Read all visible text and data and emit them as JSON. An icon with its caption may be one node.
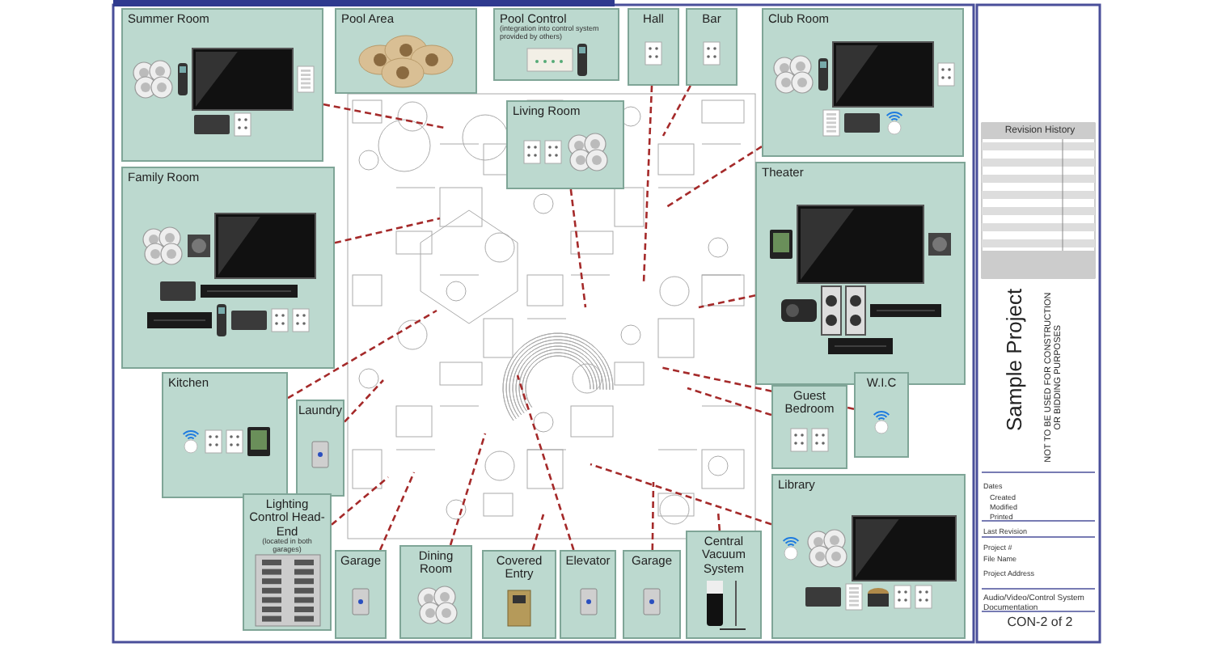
{
  "diagram": {
    "nodes": [
      {
        "text": [
          "Summer Room"
        ]
      },
      {
        "text": [
          "Pool Area"
        ]
      },
      {
        "text": [
          "Pool Control",
          "(integration into control system provided by others)"
        ]
      },
      {
        "text": [
          "Hall"
        ]
      },
      {
        "text": [
          "Bar"
        ]
      },
      {
        "text": [
          "Club Room"
        ]
      },
      {
        "text": [
          "Living Room"
        ]
      },
      {
        "text": [
          "Family Room"
        ]
      },
      {
        "text": [
          "Theater"
        ]
      },
      {
        "text": [
          "Kitchen"
        ]
      },
      {
        "text": [
          "Laundry"
        ]
      },
      {
        "text": [
          "W.I.C"
        ]
      },
      {
        "text": [
          "Guest Bedroom"
        ]
      },
      {
        "text": [
          "Lighting Control Head-End",
          "(located in both garages)"
        ]
      },
      {
        "text": [
          "Garage"
        ]
      },
      {
        "text": [
          "Dining Room"
        ]
      },
      {
        "text": [
          "Covered Entry"
        ]
      },
      {
        "text": [
          "Elevator"
        ]
      },
      {
        "text": [
          "Garage"
        ]
      },
      {
        "text": [
          "Central Vacuum System"
        ]
      },
      {
        "text": [
          "Library"
        ]
      }
    ],
    "edges": [
      {
        "from": 0,
        "to": null,
        "arrow": "none",
        "style": "dashed"
      },
      {
        "from": 7,
        "to": null,
        "arrow": "none",
        "style": "dashed"
      },
      {
        "from": 6,
        "to": null,
        "arrow": "none",
        "style": "dashed"
      },
      {
        "from": 3,
        "to": null,
        "arrow": "none",
        "style": "dashed"
      },
      {
        "from": 4,
        "to": null,
        "arrow": "none",
        "style": "dashed"
      },
      {
        "from": 5,
        "to": null,
        "arrow": "none",
        "style": "dashed"
      },
      {
        "from": 8,
        "to": null,
        "arrow": "none",
        "style": "dashed"
      },
      {
        "from": 9,
        "to": null,
        "arrow": "none",
        "style": "dashed"
      },
      {
        "from": 10,
        "to": null,
        "arrow": "none",
        "style": "dashed"
      },
      {
        "from": 11,
        "to": null,
        "arrow": "none",
        "style": "dashed"
      },
      {
        "from": 12,
        "to": null,
        "arrow": "none",
        "style": "dashed"
      },
      {
        "from": 13,
        "to": null,
        "arrow": "none",
        "style": "dashed"
      },
      {
        "from": 14,
        "to": null,
        "arrow": "none",
        "style": "dashed"
      },
      {
        "from": 15,
        "to": null,
        "arrow": "none",
        "style": "dashed"
      },
      {
        "from": 16,
        "to": null,
        "arrow": "none",
        "style": "dashed"
      },
      {
        "from": 17,
        "to": null,
        "arrow": "none",
        "style": "dashed"
      },
      {
        "from": 18,
        "to": null,
        "arrow": "none",
        "style": "dashed"
      },
      {
        "from": 19,
        "to": null,
        "arrow": "none",
        "style": "dashed"
      },
      {
        "from": 20,
        "to": null,
        "arrow": "none",
        "style": "dashed"
      }
    ],
    "labels": [
      "Revision History",
      "Sample Project",
      "NOT TO BE USED FOR CONSTRUCTION OR BIDDING PURPOSES",
      "Dates",
      "Created",
      "Modified",
      "Printed",
      "Last Revision",
      "Project #",
      "File Name",
      "Project Address",
      "Audio/Video/Control System Documentation",
      "CON-2 of 2"
    ]
  }
}
